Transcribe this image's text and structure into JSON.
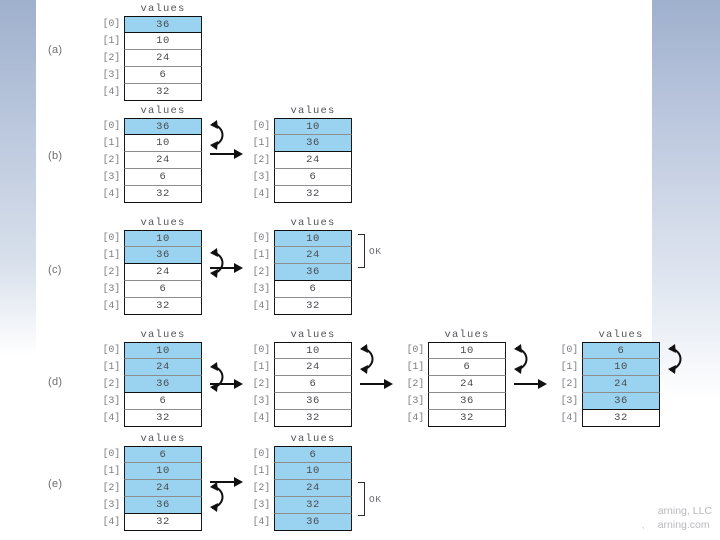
{
  "slide": {
    "array_caption": "values",
    "ok_label": "OK",
    "indices": [
      "[0]",
      "[1]",
      "[2]",
      "[3]",
      "[4]"
    ],
    "steps": [
      {
        "label": "(a)",
        "tables": [
          {
            "caption": "values",
            "values": [
              36,
              10,
              24,
              6,
              32
            ],
            "highlight": [
              true,
              false,
              false,
              false,
              false
            ]
          }
        ]
      },
      {
        "label": "(b)",
        "tables": [
          {
            "caption": "values",
            "values": [
              36,
              10,
              24,
              6,
              32
            ],
            "highlight": [
              true,
              false,
              false,
              false,
              false
            ]
          },
          {
            "caption": "values",
            "values": [
              10,
              36,
              24,
              6,
              32
            ],
            "highlight": [
              true,
              true,
              false,
              false,
              false
            ]
          }
        ]
      },
      {
        "label": "(c)",
        "tables": [
          {
            "caption": "values",
            "values": [
              10,
              36,
              24,
              6,
              32
            ],
            "highlight": [
              true,
              true,
              false,
              false,
              false
            ]
          },
          {
            "caption": "values",
            "values": [
              10,
              24,
              36,
              6,
              32
            ],
            "highlight": [
              true,
              true,
              true,
              false,
              false
            ]
          }
        ]
      },
      {
        "label": "(d)",
        "tables": [
          {
            "caption": "values",
            "values": [
              10,
              24,
              36,
              6,
              32
            ],
            "highlight": [
              true,
              true,
              true,
              false,
              false
            ]
          },
          {
            "caption": "values",
            "values": [
              10,
              24,
              6,
              36,
              32
            ],
            "highlight": [
              false,
              false,
              false,
              false,
              false
            ]
          },
          {
            "caption": "values",
            "values": [
              10,
              6,
              24,
              36,
              32
            ],
            "highlight": [
              false,
              false,
              false,
              false,
              false
            ]
          },
          {
            "caption": "values",
            "values": [
              6,
              10,
              24,
              36,
              32
            ],
            "highlight": [
              true,
              true,
              true,
              true,
              false
            ]
          }
        ]
      },
      {
        "label": "(e)",
        "tables": [
          {
            "caption": "values",
            "values": [
              6,
              10,
              24,
              36,
              32
            ],
            "highlight": [
              true,
              true,
              true,
              true,
              false
            ]
          },
          {
            "caption": "values",
            "values": [
              6,
              10,
              24,
              32,
              36
            ],
            "highlight": [
              true,
              true,
              true,
              true,
              true
            ]
          }
        ]
      }
    ]
  },
  "footer": {
    "line1": "arning, LLC",
    "line2": "arning.com",
    "tick": ","
  }
}
